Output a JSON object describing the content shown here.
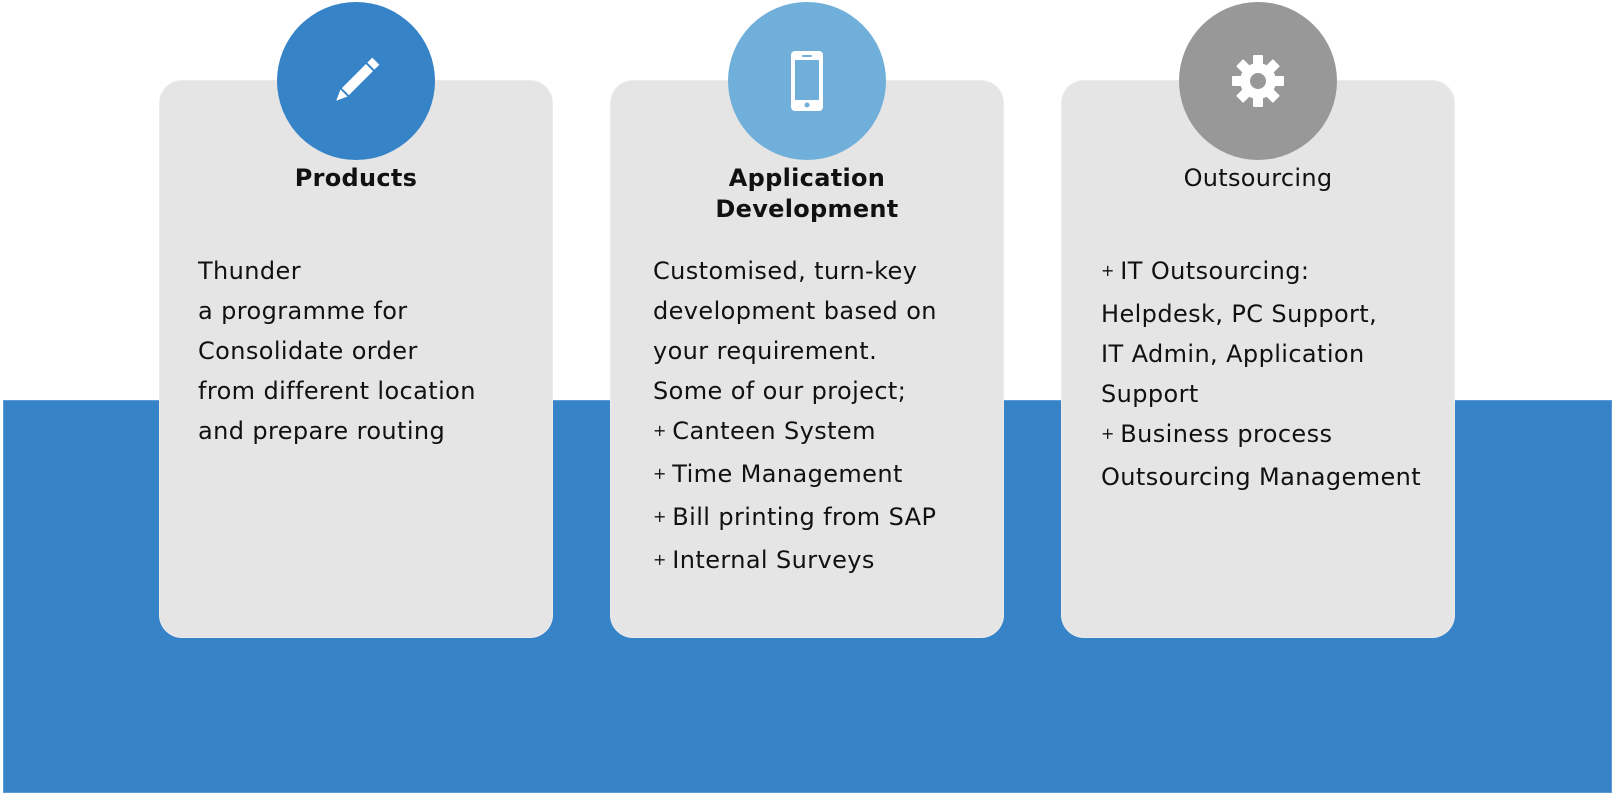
{
  "colors": {
    "band": "#3683c8",
    "card": "#e5e5e5",
    "products_circle": "#3683c8",
    "appdev_circle": "#6fafd9",
    "outsourcing_circle": "#989898"
  },
  "cards": [
    {
      "icon": "pencil-icon",
      "title": "Products",
      "lines": [
        {
          "text": "Thunder",
          "bullet": false
        },
        {
          "text": "a programme for",
          "bullet": false
        },
        {
          "text": "Consolidate order",
          "bullet": false
        },
        {
          "text": "from different location",
          "bullet": false
        },
        {
          "text": "and prepare routing",
          "bullet": false
        }
      ]
    },
    {
      "icon": "smartphone-icon",
      "title_line1": "Application",
      "title_line2": "Development",
      "lines": [
        {
          "text": "Customised, turn-key",
          "bullet": false
        },
        {
          "text": "development based on",
          "bullet": false
        },
        {
          "text": "your requirement.",
          "bullet": false
        },
        {
          "text": "Some of our project;",
          "bullet": false
        },
        {
          "text": "Canteen System",
          "bullet": true
        },
        {
          "text": "Time Management",
          "bullet": true
        },
        {
          "text": "Bill printing from SAP",
          "bullet": true
        },
        {
          "text": "Internal Surveys",
          "bullet": true
        }
      ]
    },
    {
      "icon": "gear-icon",
      "title": "Outsourcing",
      "lines": [
        {
          "text": "IT Outsourcing:",
          "bullet": true
        },
        {
          "text": "Helpdesk, PC Support,",
          "bullet": false
        },
        {
          "text": "IT Admin, Application",
          "bullet": false
        },
        {
          "text": "Support",
          "bullet": false
        },
        {
          "text": "Business process",
          "bullet": true
        },
        {
          "text": "Outsourcing Management",
          "bullet": false
        }
      ]
    }
  ]
}
